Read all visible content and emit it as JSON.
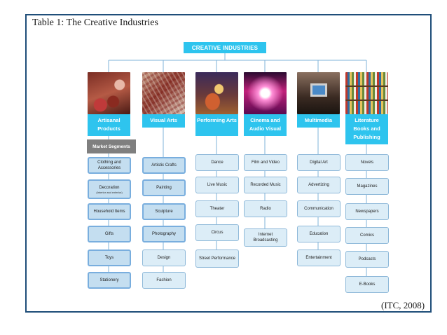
{
  "title": "Table 1: The Creative Industries",
  "source": "(ITC, 2008)",
  "root": "CREATIVE INDUSTRIES",
  "market_segments_label": "Market Segments",
  "categories": [
    {
      "label": "Artisanal Products",
      "image": "crafts-pottery-photo",
      "items": [
        "Clothing and Accessories",
        "Decoration",
        "Household Items",
        "Gifts",
        "Toys",
        "Stationery"
      ],
      "decoration_note": "(Interior and exterior)"
    },
    {
      "label": "Visual Arts",
      "image": "textile-art-photo",
      "items": [
        "Artistic Crafts",
        "Painting",
        "Sculpture",
        "Photography",
        "Design",
        "Fashion"
      ]
    },
    {
      "label": "Performing Arts",
      "image": "performers-stage-photo",
      "items": [
        "Dance",
        "Live Music",
        "Theater",
        "Circus",
        "Street Performance"
      ]
    },
    {
      "label": "Cinema and Audio Visual",
      "image": "stage-lights-photo",
      "items": [
        "Film and Video",
        "Recorded Music",
        "Radio",
        "Internet Broadcasting"
      ]
    },
    {
      "label": "Multimedia",
      "image": "computer-user-photo",
      "items": [
        "Digital Art",
        "Advertizing",
        "Communication",
        "Education",
        "Entertainment"
      ]
    },
    {
      "label": "Literature Books and Publishing",
      "image": "bookshelf-photo",
      "items": [
        "Novels",
        "Magazines",
        "Newspapers",
        "Comics",
        "Podcasts",
        "E-Books"
      ]
    }
  ]
}
